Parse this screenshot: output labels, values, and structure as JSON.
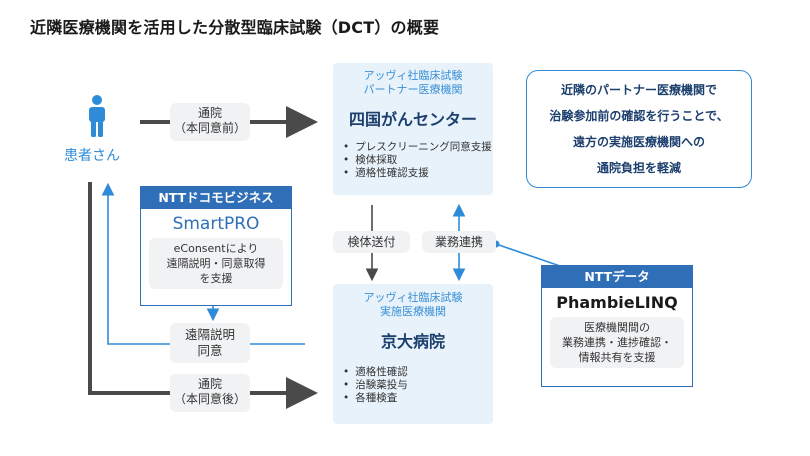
{
  "title": "近隣医療機関を活用した分散型臨床試験（DCT）の概要",
  "patient": {
    "label": "患者さん",
    "icon": "person-icon"
  },
  "visit_before": {
    "line1": "通院",
    "line2": "（本同意前）"
  },
  "visit_after": {
    "line1": "通院",
    "line2": "（本同意後）"
  },
  "remote": {
    "line1": "遠隔説明",
    "line2": "同意"
  },
  "specimen": "検体送付",
  "coordination": "業務連携",
  "partner": {
    "sub1": "アッヴィ社臨床試験",
    "sub2": "パートナー医療機関",
    "name": "四国がんセンター",
    "tasks": [
      "プレスクリーニング同意支援",
      "検体採取",
      "適格性確認支援"
    ]
  },
  "site": {
    "sub1": "アッヴィ社臨床試験",
    "sub2": "実施医療機関",
    "name": "京大病院",
    "tasks": [
      "適格性確認",
      "治験薬投与",
      "各種検査"
    ]
  },
  "note": {
    "lines": [
      "近隣のパートナー医療機関で",
      "治験参加前の確認を行うことで、",
      "遠方の実施医療機関への",
      "通院負担を軽減"
    ]
  },
  "docomo": {
    "header": "NTTドコモビジネス",
    "product": "SmartPRO",
    "desc": [
      "eConsentにより",
      "遠隔説明・同意取得",
      "を支援"
    ]
  },
  "nttdata": {
    "header": "NTTデータ",
    "product": "PhambieLINQ",
    "desc": [
      "医療機関間の",
      "業務連携・進捗確認・",
      "情報共有を支援"
    ]
  },
  "colors": {
    "blue": "#2e8bd8",
    "navy": "#1c3f6e",
    "arrow_gray": "#555555",
    "box_bg": "#e7f2fa",
    "vendor_blue": "#2f6fb7"
  }
}
